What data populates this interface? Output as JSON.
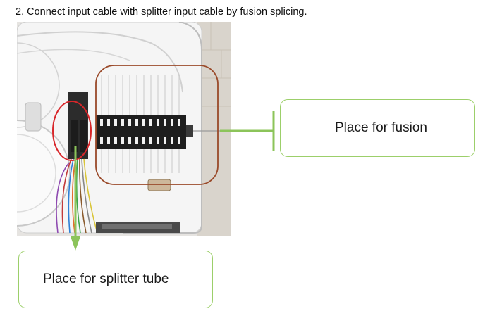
{
  "instruction": "2. Connect input cable with splitter input cable by fusion splicing.",
  "callouts": {
    "fusion": "Place for fusion",
    "splitter": "Place for splitter tube"
  },
  "colors": {
    "callout_border": "#9ccf6a",
    "connector_line": "#8cc45a",
    "highlight_red": "#d8262a",
    "highlight_brown": "#9a4a2a"
  }
}
